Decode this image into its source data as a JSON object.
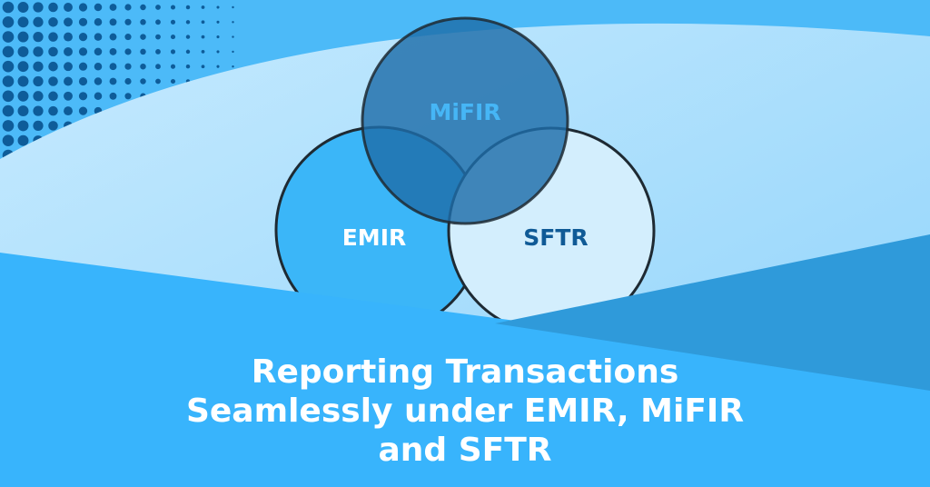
{
  "colors": {
    "background": "#4cbaf8",
    "dots": "#0e5c99",
    "light_arc": "#c3e8fe",
    "bottom": "#38b4fc",
    "bottom_right": "#2f9ada",
    "mifir_fill": "#1f6eaa",
    "emir_fill": "#3bb6f8",
    "sftr_fill": "#d3eefd",
    "outline": "#1e2a33"
  },
  "venn": {
    "circles": [
      {
        "id": "mifir",
        "label": "MiFIR"
      },
      {
        "id": "emir",
        "label": "EMIR"
      },
      {
        "id": "sftr",
        "label": "SFTR"
      }
    ]
  },
  "title": {
    "lines": [
      "Reporting Transactions",
      "Seamlessly under EMIR, MiFIR",
      "and SFTR"
    ]
  }
}
